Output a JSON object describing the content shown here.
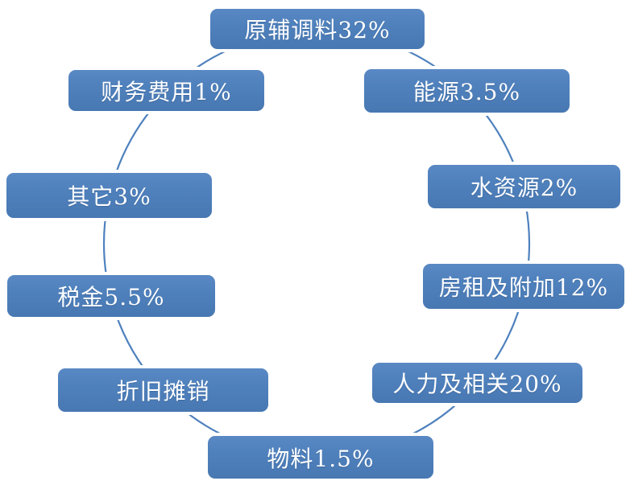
{
  "diagram": {
    "type": "cycle",
    "description": "Cost breakdown cycle diagram with ten rounded-rectangle nodes arranged on an ellipse",
    "nodes": [
      {
        "label": "原辅调料32%"
      },
      {
        "label": "能源3.5%"
      },
      {
        "label": "水资源2%"
      },
      {
        "label": "房租及附加12%"
      },
      {
        "label": "人力及相关20%"
      },
      {
        "label": "物料1.5%"
      },
      {
        "label": "折旧摊销"
      },
      {
        "label": "税金5.5%"
      },
      {
        "label": "其它3%"
      },
      {
        "label": "财务费用1%"
      }
    ],
    "colors": {
      "node_fill": "#4F81BD",
      "node_border": "#FFFFFF",
      "connector_line": "#4F81BD",
      "text": "#FFFFFF",
      "background": "#FFFFFF"
    }
  }
}
